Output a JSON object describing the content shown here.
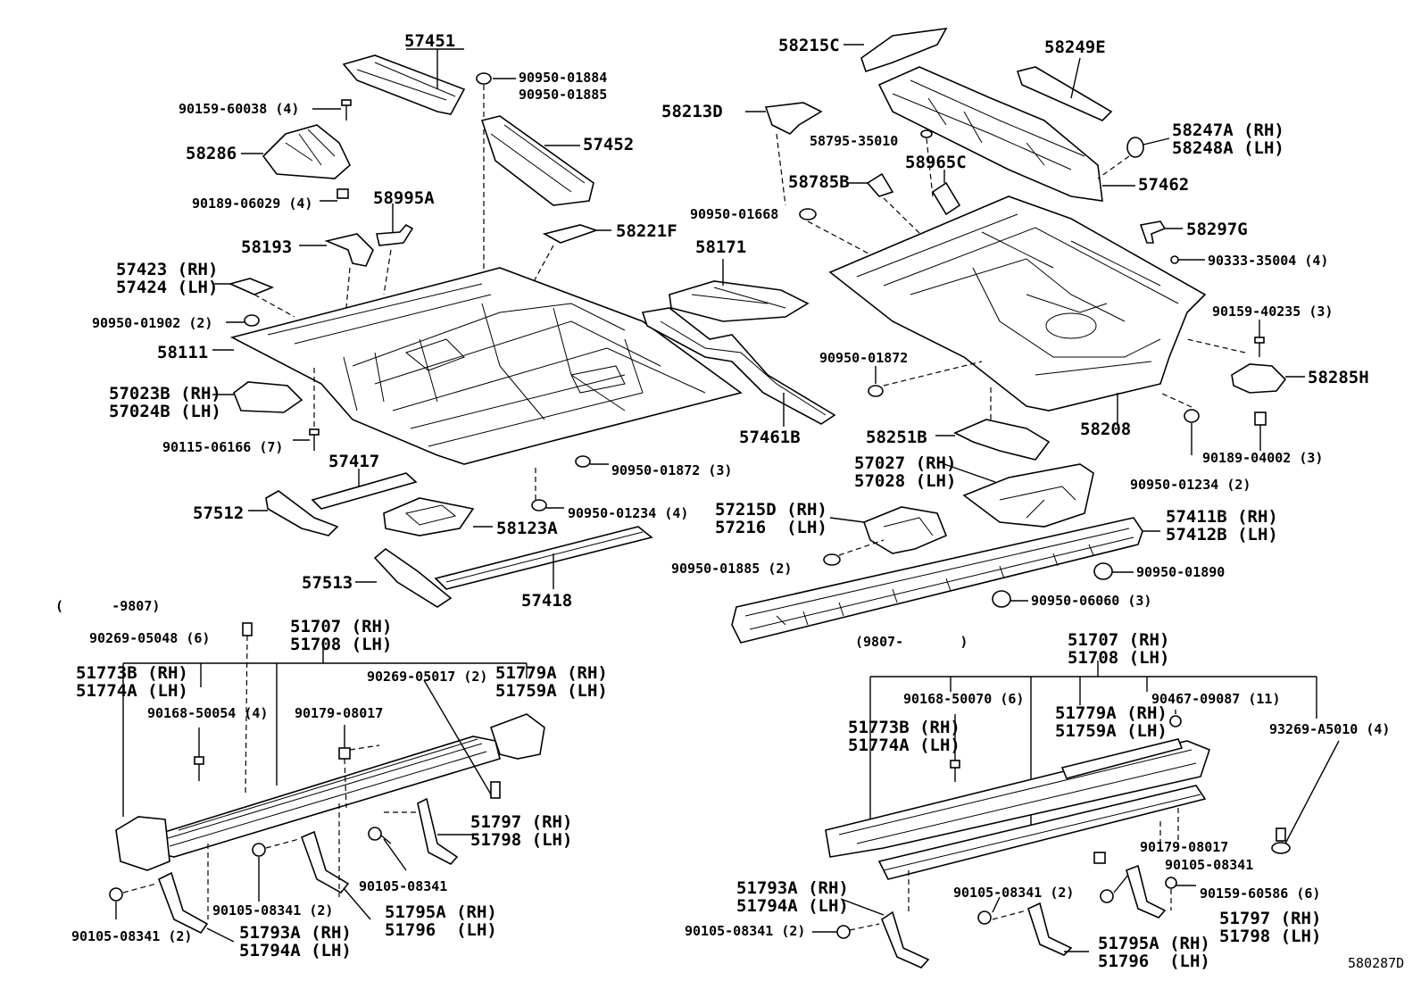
{
  "labels": {
    "p57451": "57451",
    "p90950_01884": "90950-01884",
    "p90950_01885a": "90950-01885",
    "p90159_60038": "90159-60038 (4)",
    "p58286": "58286",
    "p57452": "57452",
    "p90189_06029": "90189-06029 (4)",
    "p58995A": "58995A",
    "p58221F": "58221F",
    "p58193": "58193",
    "p57423": "57423 (RH)",
    "p57424": "57424 (LH)",
    "p90950_01902": "90950-01902 (2)",
    "p58111": "58111",
    "p57023B": "57023B (RH)",
    "p57024B": "57024B (LH)",
    "p90115_06166": "90115-06166 (7)",
    "p57417": "57417",
    "p90950_01872_3": "90950-01872 (3)",
    "p57512": "57512",
    "p90950_01234_4": "90950-01234 (4)",
    "p58123A": "58123A",
    "p57513": "57513",
    "p57418": "57418",
    "p58171": "58171",
    "p57461B": "57461B",
    "p58215C": "58215C",
    "p58249E": "58249E",
    "p58213D": "58213D",
    "p58795": "58795-35010",
    "p58247A": "58247A (RH)",
    "p58248A": "58248A (LH)",
    "p58965C": "58965C",
    "p58785B": "58785B",
    "p57462": "57462",
    "p90950_01668": "90950-01668",
    "p58297G": "58297G",
    "p90333": "90333-35004 (4)",
    "p90159_40235": "90159-40235 (3)",
    "p90950_01872": "90950-01872",
    "p58285H": "58285H",
    "p58251B": "58251B",
    "p58208": "58208",
    "p90189_04002": "90189-04002 (3)",
    "p90950_01234_2": "90950-01234 (2)",
    "p57027": "57027 (RH)",
    "p57028": "57028 (LH)",
    "p57215D": "57215D (RH)",
    "p57216": "57216  (LH)",
    "p57411B": "57411B (RH)",
    "p57412B": "57412B (LH)",
    "p90950_01885_2": "90950-01885 (2)",
    "p90950_01890": "90950-01890",
    "p90950_06060": "90950-06060 (3)",
    "range_left": "(      -9807)",
    "p90269_05048": "90269-05048 (6)",
    "p51707_L": "51707 (RH)",
    "p51708_L": "51708 (LH)",
    "p51773B_L": "51773B (RH)",
    "p51774A_L": "51774A (LH)",
    "p90269_05017": "90269-05017 (2)",
    "p51779A_L": "51779A (RH)",
    "p51759A_L": "51759A (LH)",
    "p90168_50054": "90168-50054 (4)",
    "p90179_08017_L": "90179-08017",
    "p51797_L": "51797 (RH)",
    "p51798_L": "51798 (LH)",
    "p90105_08341_L1": "90105-08341",
    "p90105_08341_L2": "90105-08341 (2)",
    "p51795A_L": "51795A (RH)",
    "p51796_L": "51796  (LH)",
    "p90105_08341_L3": "90105-08341 (2)",
    "p51793A_L": "51793A (RH)",
    "p51794A_L": "51794A (LH)",
    "range_right": "(9807-       )",
    "p51707_R": "51707 (RH)",
    "p51708_R": "51708 (LH)",
    "p90168_50070": "90168-50070 (6)",
    "p90467": "90467-09087 (11)",
    "p51779A_R": "51779A (RH)",
    "p51759A_R": "51759A (LH)",
    "p51773B_R": "51773B (RH)",
    "p51774A_R": "51774A (LH)",
    "p93269": "93269-A5010 (4)",
    "p90179_08017_R": "90179-08017",
    "p90105_08341_R1": "90105-08341",
    "p90159_60586": "90159-60586 (6)",
    "p51793A_R": "51793A (RH)",
    "p51794A_R": "51794A (LH)",
    "p90105_08341_R2": "90105-08341 (2)",
    "p90105_08341_R3": "90105-08341 (2)",
    "p51797_R": "51797 (RH)",
    "p51798_R": "51798 (LH)",
    "p51795A_R": "51795A (RH)",
    "p51796_R": "51796  (LH)",
    "drawing_no": "580287D"
  }
}
